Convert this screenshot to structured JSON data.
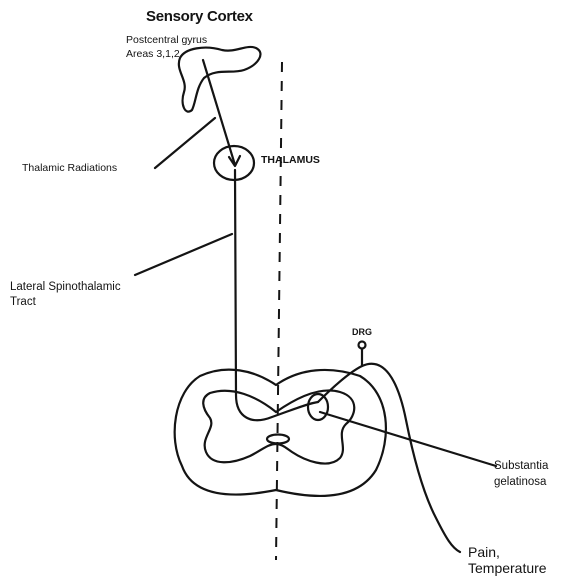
{
  "labels": {
    "title": "Sensory Cortex",
    "postcentral_line1": "Postcentral gyrus",
    "postcentral_line2": "Areas 3,1,2",
    "thalamic_radiations": "Thalamic Radiations",
    "thalamus": "THALAMUS",
    "lst_line1": "Lateral  Spinothalamic",
    "lst_line2": "Tract",
    "drg": "DRG",
    "substantia_line1": "Substantia",
    "substantia_line2": "gelatinosa",
    "pain_line1": "Pain,",
    "pain_line2": "Temperature"
  },
  "colors": {
    "ink": "#141414",
    "background": "#ffffff"
  }
}
